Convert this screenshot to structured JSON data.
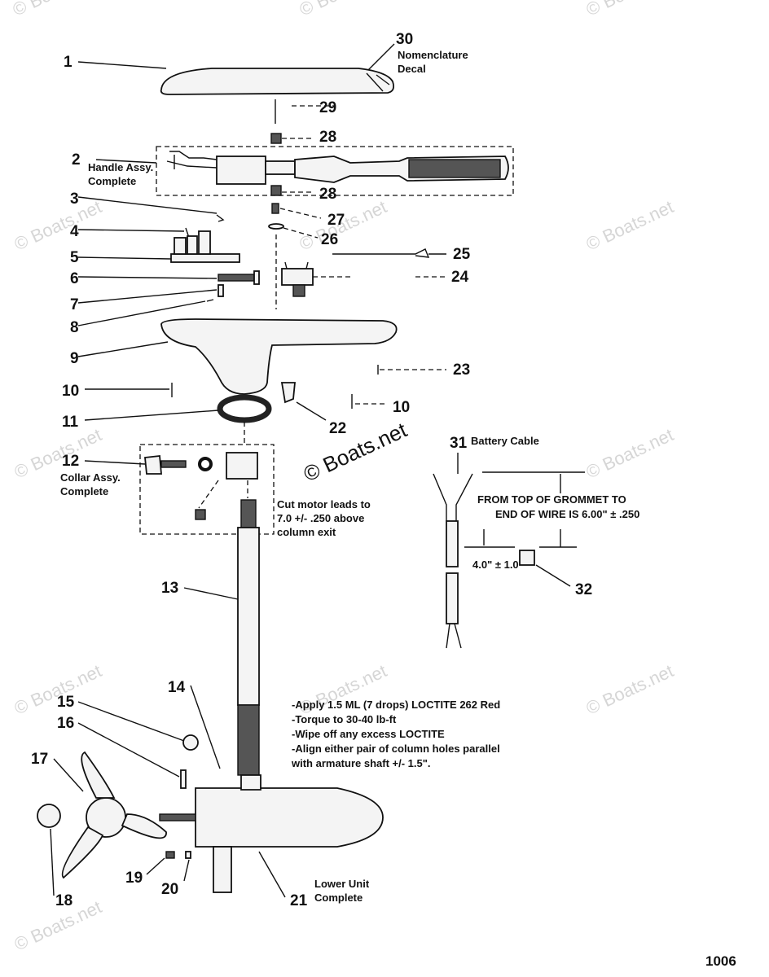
{
  "watermarks": [
    "© Boats.net",
    "© Boats.net",
    "© Boats.net",
    "© Boats.net",
    "© Boats.net",
    "© Boats.net",
    "© Boats.net",
    "© Boats.net",
    "© Boats.net",
    "© Boats.net",
    "© Boats.net",
    "© Boats.net"
  ],
  "center_watermark": "© Boats.net",
  "page_number": "1006",
  "callouts": {
    "c1": "1",
    "c2": "2",
    "c3": "3",
    "c4": "4",
    "c5": "5",
    "c6": "6",
    "c7": "7",
    "c8": "8",
    "c9": "9",
    "c10a": "10",
    "c10b": "10",
    "c11": "11",
    "c12": "12",
    "c13": "13",
    "c14": "14",
    "c15": "15",
    "c16": "16",
    "c17": "17",
    "c18": "18",
    "c19": "19",
    "c20": "20",
    "c21": "21",
    "c22": "22",
    "c23": "23",
    "c24": "24",
    "c25": "25",
    "c26": "26",
    "c27": "27",
    "c28a": "28",
    "c28b": "28",
    "c29": "29",
    "c30": "30",
    "c31": "31",
    "c32": "32"
  },
  "labels": {
    "nomenclature_1": "Nomenclature",
    "nomenclature_2": "Decal",
    "handle_1": "Handle Assy.",
    "handle_2": "Complete",
    "collar_1": "Collar Assy.",
    "collar_2": "Complete",
    "lower_1": "Lower Unit",
    "lower_2": "Complete",
    "battery_cable": "Battery Cable"
  },
  "notes": {
    "cut_1": "Cut motor leads to",
    "cut_2": "7.0 +/- .250 above",
    "cut_3": "column exit",
    "grommet_1": "FROM TOP OF GROMMET TO",
    "grommet_2": "END OF WIRE IS 6.00\" ± .250",
    "dim_4": "4.0\" ± 1.0",
    "loctite_1": "-Apply 1.5 ML (7 drops) LOCTITE 262 Red",
    "loctite_2": "-Torque to 30-40 lb-ft",
    "loctite_3": "-Wipe off any excess LOCTITE",
    "loctite_4": "-Align either pair of column holes parallel",
    "loctite_5": "with armature shaft +/- 1.5\"."
  }
}
